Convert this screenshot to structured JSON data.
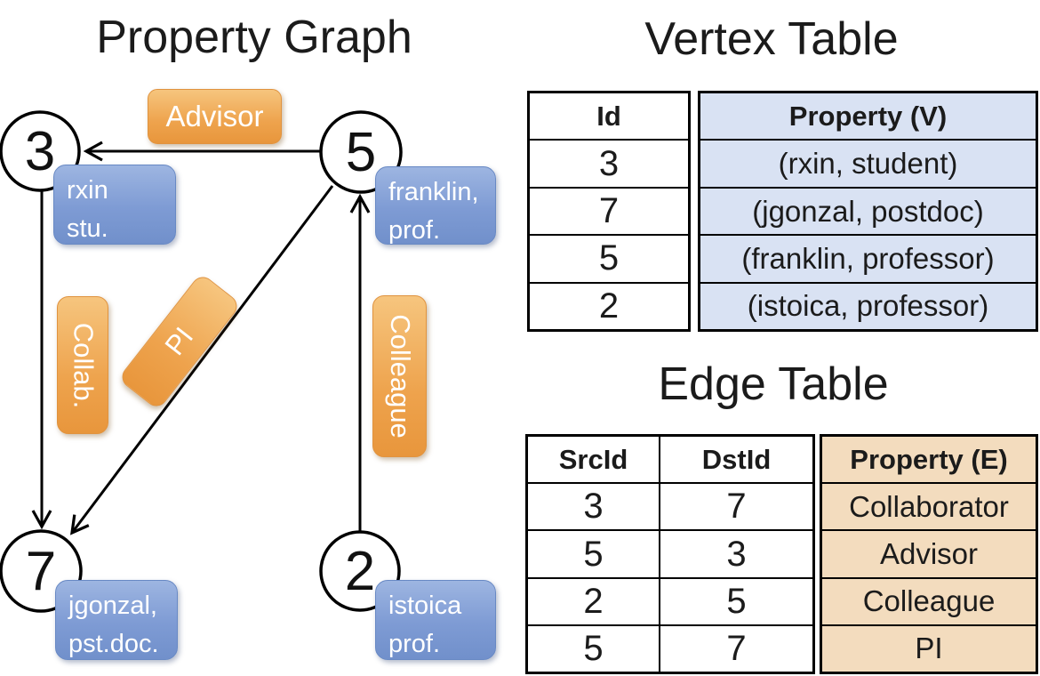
{
  "graph": {
    "title": "Property Graph",
    "nodes": [
      {
        "id": "3",
        "property": [
          "rxin",
          "stu."
        ]
      },
      {
        "id": "5",
        "property": [
          "franklin,",
          "prof."
        ]
      },
      {
        "id": "7",
        "property": [
          "jgonzal,",
          "pst.doc."
        ]
      },
      {
        "id": "2",
        "property": [
          "istoica",
          "prof."
        ]
      }
    ],
    "edges": [
      {
        "source": "5",
        "target": "3",
        "label": "Advisor"
      },
      {
        "source": "3",
        "target": "7",
        "label": "Collab."
      },
      {
        "source": "5",
        "target": "7",
        "label": "PI"
      },
      {
        "source": "2",
        "target": "5",
        "label": "Colleague"
      }
    ]
  },
  "vertex_table": {
    "title": "Vertex Table",
    "columns": [
      "Id",
      "Property (V)"
    ],
    "rows": [
      {
        "id": "3",
        "property": "(rxin, student)"
      },
      {
        "id": "7",
        "property": "(jgonzal, postdoc)"
      },
      {
        "id": "5",
        "property": "(franklin, professor)"
      },
      {
        "id": "2",
        "property": "(istoica, professor)"
      }
    ]
  },
  "edge_table": {
    "title": "Edge Table",
    "columns": [
      "SrcId",
      "DstId",
      "Property (E)"
    ],
    "rows": [
      {
        "src": "3",
        "dst": "7",
        "property": "Collaborator"
      },
      {
        "src": "5",
        "dst": "3",
        "property": "Advisor"
      },
      {
        "src": "2",
        "dst": "5",
        "property": "Colleague"
      },
      {
        "src": "5",
        "dst": "7",
        "property": "PI"
      }
    ]
  },
  "colors": {
    "edge_label_fill_top": "#f6c57e",
    "edge_label_fill_bottom": "#e8963c",
    "node_property_fill_top": "#9db5e1",
    "node_property_fill_bottom": "#7190cb",
    "vertex_table_column_fill": "#d9e2f3",
    "edge_table_column_fill": "#f3dcbe",
    "line_color": "#000000"
  }
}
